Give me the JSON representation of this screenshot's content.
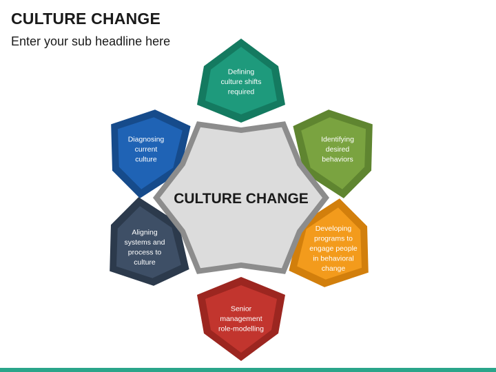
{
  "slide": {
    "title": "CULTURE CHANGE",
    "subtitle": "Enter your sub headline here"
  },
  "diagram": {
    "center_label": "CULTURE CHANGE",
    "petals": [
      {
        "id": "top",
        "lines": [
          "Defining",
          "culture shifts",
          "required"
        ],
        "color": "#1e9a7c",
        "dark": "#147a60"
      },
      {
        "id": "upper-right",
        "lines": [
          "Identifying",
          "desired",
          "behaviors"
        ],
        "color": "#7aa340",
        "dark": "#5f8530"
      },
      {
        "id": "lower-right",
        "lines": [
          "Developing",
          "programs to",
          "engage people",
          "in behavioral",
          "change"
        ],
        "color": "#f39b1c",
        "dark": "#d27f0c"
      },
      {
        "id": "bottom",
        "lines": [
          "Senior",
          "management",
          "role-modelling"
        ],
        "color": "#c2352e",
        "dark": "#9c2620"
      },
      {
        "id": "lower-left",
        "lines": [
          "Aligning",
          "systems and",
          "process to",
          "culture"
        ],
        "color": "#3e4f66",
        "dark": "#2c3a4c"
      },
      {
        "id": "upper-left",
        "lines": [
          "Diagnosing",
          "current",
          "culture"
        ],
        "color": "#1f63b5",
        "dark": "#164b8b"
      }
    ]
  },
  "colors": {
    "star_fill": "#dcdcdc",
    "star_border": "#8c8c8c",
    "accent_bar": "#2aa58a"
  }
}
